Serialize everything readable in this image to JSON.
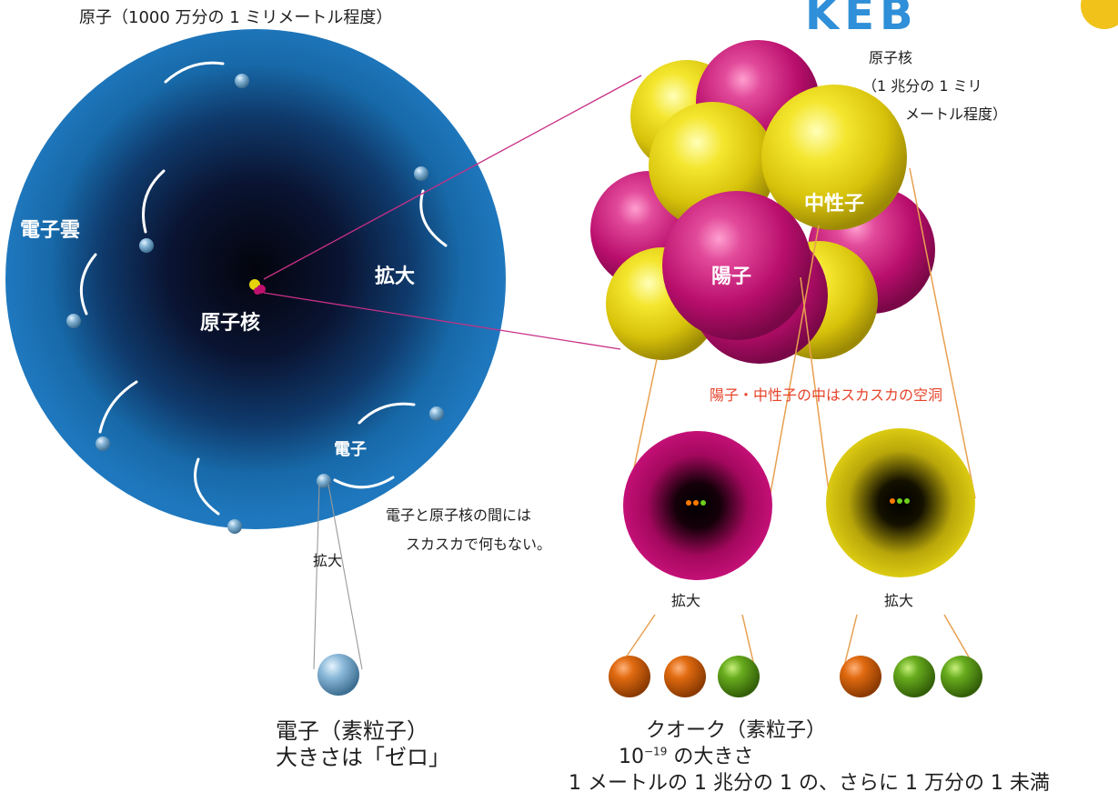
{
  "colors": {
    "atom_shell": "#1b6fb3",
    "atom_core": "#050816",
    "proton": "#c0106f",
    "neutron": "#e5d40c",
    "quark_orange": "#d85a06",
    "quark_green": "#5c9d18",
    "electron": "#7aaecd",
    "note_red": "#e6432a",
    "zoom_line": "#e8a050",
    "logo": "#2f8fd8"
  },
  "labels": {
    "atom_title": "原子（1000 万分の 1 ミリメートル程度）",
    "nucleus_title_1": "原子核",
    "nucleus_title_2": "（1 兆分の 1 ミリ",
    "nucleus_title_3": "メートル程度）",
    "electron_cloud": "電子雲",
    "nucleus_inner": "原子核",
    "zoom_atom": "拡大",
    "electron_inner": "電子",
    "empty_space_1": "電子と原子核の間には",
    "empty_space_2": "スカスカで何もない。",
    "zoom_electron": "拡大",
    "neutron_label": "中性子",
    "proton_label": "陽子",
    "hollow_note": "陽子・中性子の中はスカスカの空洞",
    "zoom_proton": "拡大",
    "zoom_neutron": "拡大",
    "electron_particle_1": "電子（素粒子）",
    "electron_particle_2": "大きさは「ゼロ」",
    "quark_1": "クオーク（素粒子）",
    "quark_2_base": "10",
    "quark_2_sup": "−19",
    "quark_2_rest": "の大きさ",
    "quark_3": "1 メートルの 1 兆分の 1 の、さらに 1 万分の 1 未満",
    "logo_fragment": "KEB"
  }
}
